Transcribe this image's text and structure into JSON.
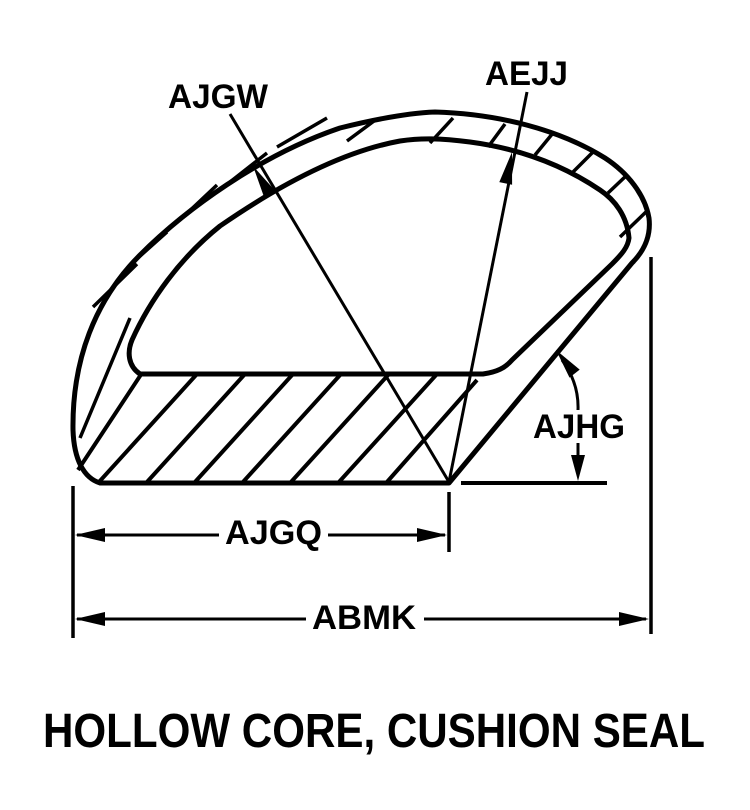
{
  "diagram": {
    "title": "HOLLOW CORE, CUSHION SEAL",
    "labels": {
      "outer_wall": "AJGW",
      "inner_wall": "AEJJ",
      "angle": "AJHG",
      "inner_width": "AJGQ",
      "overall_width": "ABMK"
    },
    "colors": {
      "line": "#000000",
      "background": "#ffffff"
    }
  }
}
